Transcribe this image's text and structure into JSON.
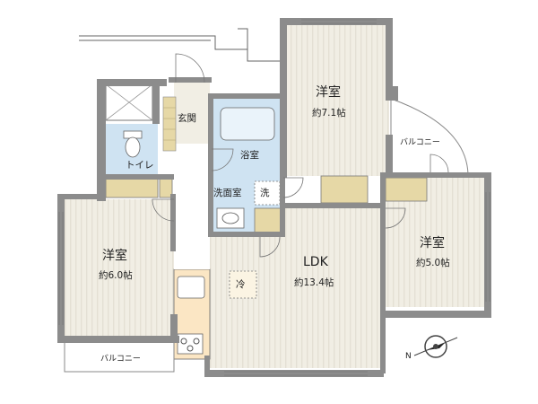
{
  "colors": {
    "wall": "#8c8c8c",
    "room_fill": "#f1eee4",
    "stripe": "#e4e0d4",
    "bath_fill": "#cfe3f2",
    "wood": "#e6d8a6",
    "storage_fill": "#fbf4e3",
    "kitchen_fill": "#fbe6c4",
    "line": "#555555"
  },
  "rooms": {
    "western_1": {
      "name": "洋室",
      "size": "約7.1帖"
    },
    "western_2": {
      "name": "洋室",
      "size": "約5.0帖"
    },
    "western_3": {
      "name": "洋室",
      "size": "約6.0帖"
    },
    "ldk": {
      "name": "LDK",
      "size": "約13.4帖"
    },
    "entrance": "玄関",
    "toilet": "トイレ",
    "bathroom": "浴室",
    "washroom": "洗面室",
    "washer": "洗",
    "fridge": "冷"
  },
  "balconies": {
    "east": "バルコニー",
    "west": "バルコニー"
  },
  "compass": {
    "label": "N",
    "icon": "compass-icon"
  }
}
